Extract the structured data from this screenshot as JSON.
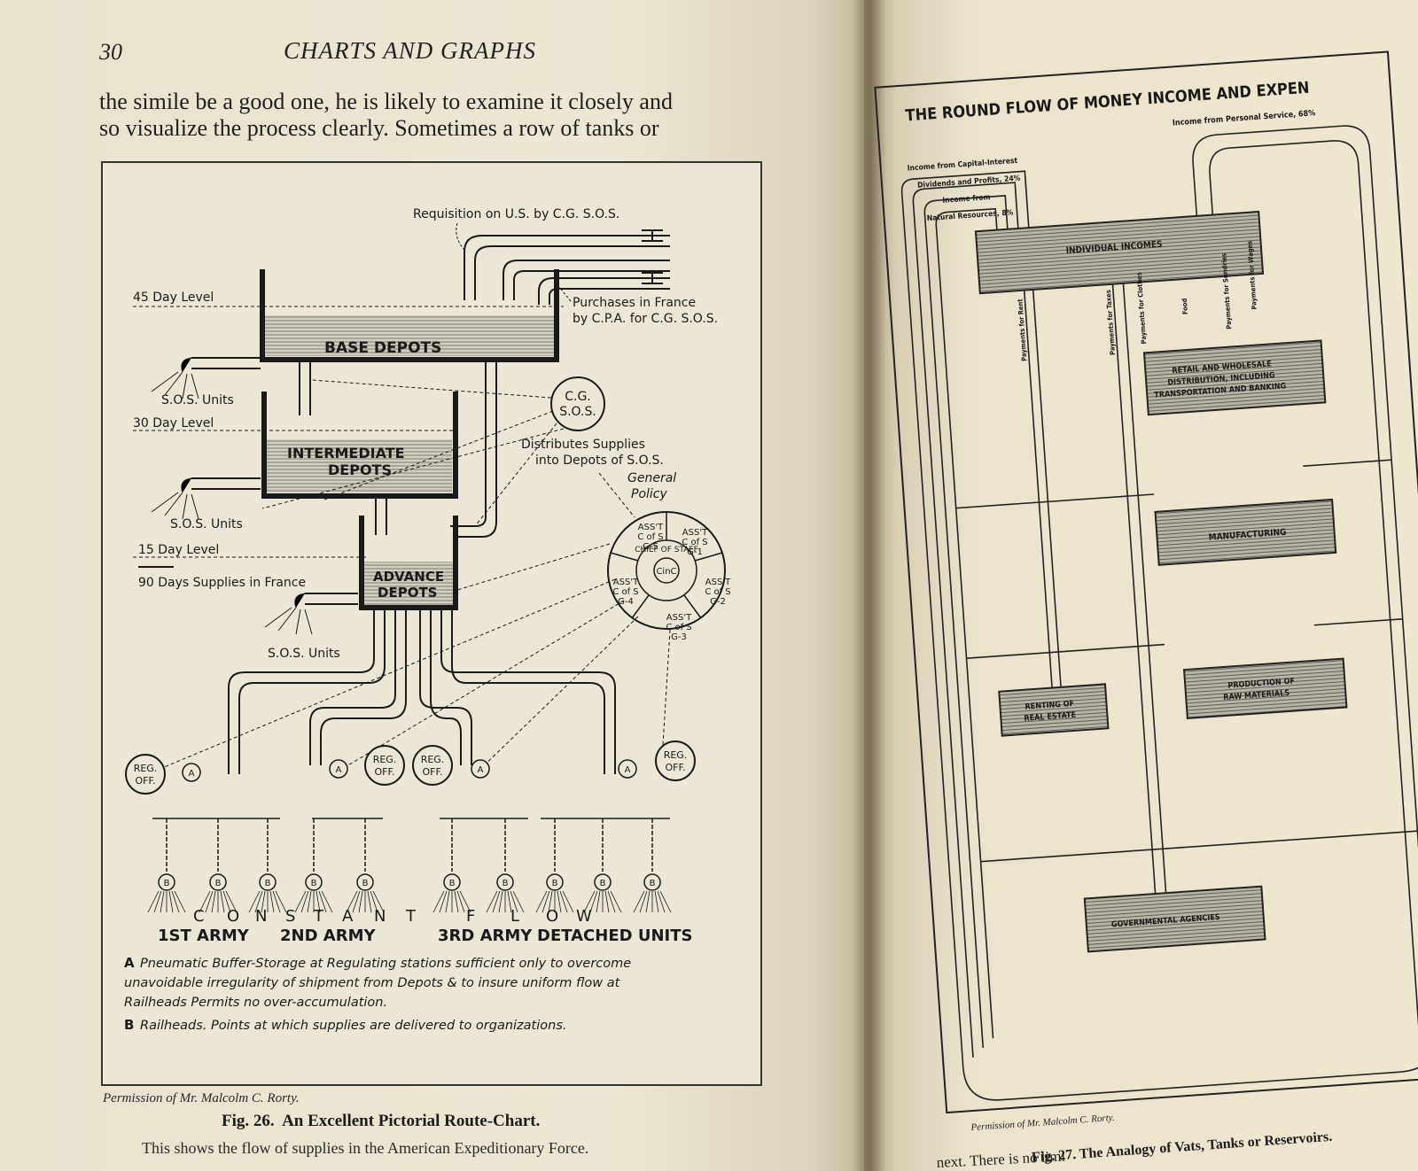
{
  "left_page": {
    "folio": "30",
    "running_head": "CHARTS AND GRAPHS",
    "body_lines": [
      "the simile be a good one, he is likely to examine it closely and",
      "so visualize the process clearly.   Sometimes a row of tanks or"
    ],
    "figure": {
      "requisition": "Requisition on U.S. by C.G. S.O.S.",
      "purchases": [
        "Purchases in France",
        "by C.P.A. for C.G. S.O.S."
      ],
      "levels": [
        "45 Day Level",
        "30 Day Level",
        "15 Day Level"
      ],
      "supplies": "90 Days Supplies in France",
      "tanks": {
        "base": "BASE  DEPOTS",
        "intermediate": [
          "INTERMEDIATE",
          "DEPOTS"
        ],
        "advance": [
          "ADVANCE",
          "DEPOTS"
        ]
      },
      "sos_units": "S.O.S. Units",
      "cg": [
        "C.G.",
        "S.O.S."
      ],
      "distributes": [
        "Distributes Supplies",
        "into Depots of S.O.S."
      ],
      "general_policy": [
        "General",
        "Policy"
      ],
      "wheel": {
        "center": "CinC",
        "ring": "CHIEF OF STAFF",
        "sectors": [
          [
            "ASS'T",
            "C of S",
            "G-5"
          ],
          [
            "ASS'T",
            "C of S",
            "G-1"
          ],
          [
            "ASS'T",
            "C of S",
            "G-2"
          ],
          [
            "ASS'T",
            "C of S",
            "G-3"
          ],
          [
            "ASS'T",
            "C of S",
            "G-4"
          ]
        ]
      },
      "reg_off": [
        "REG.",
        "OFF."
      ],
      "marker_a": "A",
      "marker_b": "B",
      "constant_flow": [
        "C",
        "O",
        "N",
        "S",
        "T",
        "A",
        "N",
        "T",
        "F",
        "L",
        "O",
        "W"
      ],
      "armies": [
        "1ST ARMY",
        "2ND ARMY",
        "3RD ARMY",
        "DETACHED UNITS"
      ],
      "note_a_letter": "A",
      "note_a": [
        "Pneumatic Buffer-Storage at Regulating stations sufficient only to overcome",
        "unavoidable irregularity of shipment from Depots & to insure uniform flow at",
        "Railheads Permits no over-accumulation."
      ],
      "note_b_letter": "B",
      "note_b": "Railheads. Points at which supplies are delivered to organizations."
    },
    "credit": "Permission of Mr. Malcolm C. Rorty.",
    "caption": "Fig. 26.  An Excellent Pictorial Route-Chart.",
    "caption_sub": "This shows the flow of supplies in the American Expeditionary Force."
  },
  "right_page": {
    "title": "THE ROUND FLOW OF MONEY INCOME AND EXPEN",
    "income_personal": "Income from Personal Service, 68%",
    "income_capital": "Income from Capital-Interest",
    "dividends": "Dividends and Profits, 24%",
    "income_from": "Income from",
    "natural": "Natural Resources, 8%",
    "tanks": {
      "individual": "INDIVIDUAL INCOMES",
      "retail": [
        "RETAIL AND WHOLESALE",
        "DISTRIBUTION, INCLUDING",
        "TRANSPORTATION AND BANKING"
      ],
      "manufacturing": "MANUFACTURING",
      "renting": [
        "RENTING OF",
        "REAL ESTATE"
      ],
      "production": [
        "PRODUCTION OF",
        "RAW MATERIALS"
      ],
      "government": "GOVERNMENTAL AGENCIES"
    },
    "pipe_labels": [
      "Payments for Rent",
      "Payments for Taxes",
      "Payments for Clothes",
      "Food",
      "Payments for Sundries",
      "Payments for Wages"
    ],
    "credit": "Permission of Mr. Malcolm C. Rorty.",
    "caption": "Fig. 27.  The Analogy of Vats, Tanks or Reservoirs.",
    "next_line": "next.  There is no limi"
  },
  "colors": {
    "paper": "#ece6d4",
    "ink": "#1a1a1a",
    "water": "#9a978c"
  }
}
